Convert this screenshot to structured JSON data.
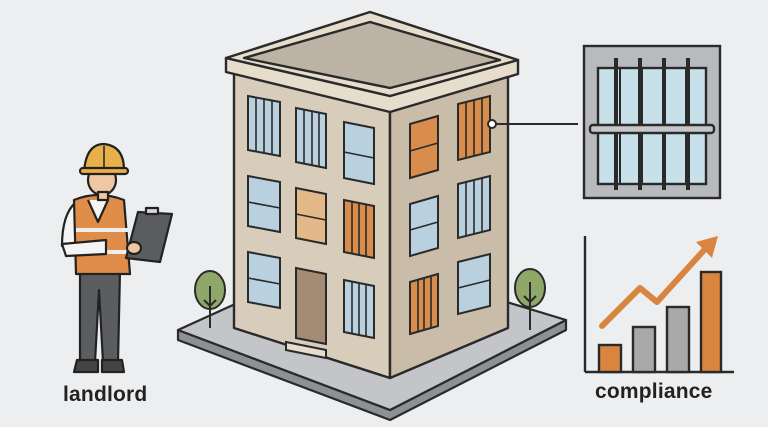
{
  "labels": {
    "landlord": "landlord",
    "compliance": "compliance"
  },
  "colors": {
    "background": "#eceef0",
    "building_wall": "#d8cdbb",
    "building_wall_side": "#c9bca8",
    "roof": "#bdb3a4",
    "window_glass": "#b9d0de",
    "window_orange": "#d98d4c",
    "accent_orange": "#d9853f",
    "bar_gray": "#a9a9a9",
    "tree_green": "#8fa86a",
    "ground": "#bfc1c4",
    "outline": "#2a2a2a"
  },
  "chart_icon": {
    "bars": [
      {
        "color": "orange",
        "relative_height": 0.22
      },
      {
        "color": "gray",
        "relative_height": 0.42
      },
      {
        "color": "gray",
        "relative_height": 0.6
      },
      {
        "color": "orange",
        "relative_height": 0.9
      }
    ],
    "trend": "upward-arrow"
  }
}
